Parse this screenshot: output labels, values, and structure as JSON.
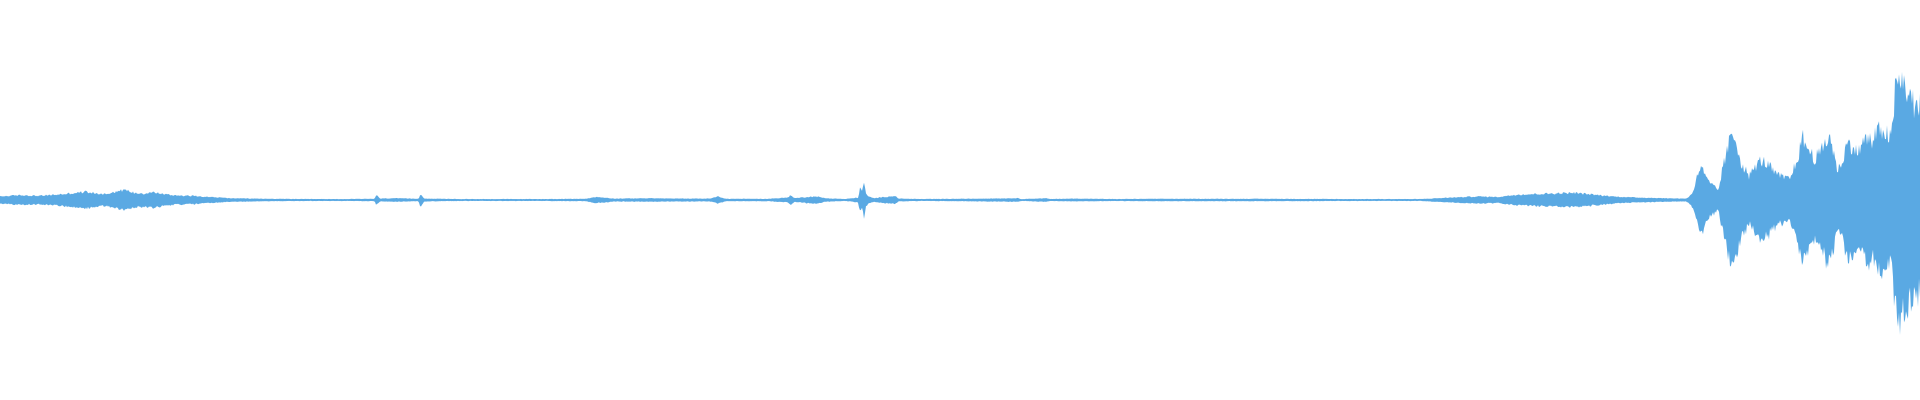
{
  "waveform": {
    "color": "#5aa9e3",
    "background": "#ffffff",
    "amplitude_envelope": [
      [
        0.0,
        0.03
      ],
      [
        0.01,
        0.04
      ],
      [
        0.02,
        0.035
      ],
      [
        0.03,
        0.045
      ],
      [
        0.04,
        0.06
      ],
      [
        0.045,
        0.07
      ],
      [
        0.05,
        0.055
      ],
      [
        0.055,
        0.05
      ],
      [
        0.06,
        0.07
      ],
      [
        0.065,
        0.085
      ],
      [
        0.07,
        0.06
      ],
      [
        0.075,
        0.055
      ],
      [
        0.08,
        0.065
      ],
      [
        0.085,
        0.05
      ],
      [
        0.09,
        0.04
      ],
      [
        0.1,
        0.035
      ],
      [
        0.11,
        0.025
      ],
      [
        0.12,
        0.015
      ],
      [
        0.14,
        0.01
      ],
      [
        0.16,
        0.008
      ],
      [
        0.18,
        0.008
      ],
      [
        0.195,
        0.01
      ],
      [
        0.196,
        0.04
      ],
      [
        0.198,
        0.012
      ],
      [
        0.205,
        0.015
      ],
      [
        0.218,
        0.01
      ],
      [
        0.219,
        0.055
      ],
      [
        0.221,
        0.012
      ],
      [
        0.24,
        0.008
      ],
      [
        0.28,
        0.008
      ],
      [
        0.305,
        0.01
      ],
      [
        0.31,
        0.025
      ],
      [
        0.315,
        0.02
      ],
      [
        0.32,
        0.012
      ],
      [
        0.34,
        0.015
      ],
      [
        0.35,
        0.012
      ],
      [
        0.37,
        0.012
      ],
      [
        0.374,
        0.03
      ],
      [
        0.378,
        0.01
      ],
      [
        0.4,
        0.01
      ],
      [
        0.41,
        0.02
      ],
      [
        0.412,
        0.04
      ],
      [
        0.414,
        0.015
      ],
      [
        0.42,
        0.025
      ],
      [
        0.425,
        0.03
      ],
      [
        0.43,
        0.015
      ],
      [
        0.44,
        0.008
      ],
      [
        0.447,
        0.02
      ],
      [
        0.448,
        0.11
      ],
      [
        0.449,
        0.065
      ],
      [
        0.45,
        0.15
      ],
      [
        0.451,
        0.06
      ],
      [
        0.452,
        0.03
      ],
      [
        0.455,
        0.015
      ],
      [
        0.466,
        0.035
      ],
      [
        0.468,
        0.012
      ],
      [
        0.48,
        0.008
      ],
      [
        0.5,
        0.01
      ],
      [
        0.53,
        0.015
      ],
      [
        0.532,
        0.008
      ],
      [
        0.545,
        0.015
      ],
      [
        0.547,
        0.008
      ],
      [
        0.56,
        0.012
      ],
      [
        0.58,
        0.008
      ],
      [
        0.6,
        0.01
      ],
      [
        0.635,
        0.01
      ],
      [
        0.66,
        0.01
      ],
      [
        0.7,
        0.008
      ],
      [
        0.74,
        0.008
      ],
      [
        0.755,
        0.02
      ],
      [
        0.77,
        0.03
      ],
      [
        0.78,
        0.025
      ],
      [
        0.79,
        0.045
      ],
      [
        0.8,
        0.05
      ],
      [
        0.81,
        0.055
      ],
      [
        0.82,
        0.06
      ],
      [
        0.83,
        0.045
      ],
      [
        0.84,
        0.03
      ],
      [
        0.85,
        0.022
      ],
      [
        0.86,
        0.018
      ],
      [
        0.87,
        0.014
      ],
      [
        0.878,
        0.012
      ],
      [
        0.88,
        0.03
      ],
      [
        0.882,
        0.08
      ],
      [
        0.884,
        0.2
      ],
      [
        0.886,
        0.3
      ],
      [
        0.888,
        0.2
      ],
      [
        0.89,
        0.15
      ],
      [
        0.893,
        0.11
      ],
      [
        0.895,
        0.08
      ],
      [
        0.897,
        0.25
      ],
      [
        0.899,
        0.38
      ],
      [
        0.901,
        0.5
      ],
      [
        0.903,
        0.55
      ],
      [
        0.905,
        0.45
      ],
      [
        0.907,
        0.3
      ],
      [
        0.909,
        0.26
      ],
      [
        0.911,
        0.2
      ],
      [
        0.913,
        0.25
      ],
      [
        0.915,
        0.3
      ],
      [
        0.917,
        0.33
      ],
      [
        0.919,
        0.32
      ],
      [
        0.921,
        0.3
      ],
      [
        0.923,
        0.25
      ],
      [
        0.925,
        0.22
      ],
      [
        0.927,
        0.2
      ],
      [
        0.929,
        0.19
      ],
      [
        0.931,
        0.18
      ],
      [
        0.933,
        0.2
      ],
      [
        0.935,
        0.3
      ],
      [
        0.937,
        0.4
      ],
      [
        0.939,
        0.52
      ],
      [
        0.941,
        0.45
      ],
      [
        0.943,
        0.4
      ],
      [
        0.945,
        0.35
      ],
      [
        0.947,
        0.38
      ],
      [
        0.949,
        0.42
      ],
      [
        0.951,
        0.5
      ],
      [
        0.953,
        0.54
      ],
      [
        0.955,
        0.4
      ],
      [
        0.957,
        0.25
      ],
      [
        0.959,
        0.3
      ],
      [
        0.961,
        0.42
      ],
      [
        0.963,
        0.48
      ],
      [
        0.965,
        0.45
      ],
      [
        0.967,
        0.4
      ],
      [
        0.969,
        0.44
      ],
      [
        0.971,
        0.5
      ],
      [
        0.973,
        0.52
      ],
      [
        0.975,
        0.48
      ],
      [
        0.977,
        0.55
      ],
      [
        0.979,
        0.58
      ],
      [
        0.981,
        0.6
      ],
      [
        0.983,
        0.55
      ],
      [
        0.985,
        0.5
      ],
      [
        0.987,
        0.9
      ],
      [
        0.989,
        1.0
      ],
      [
        0.991,
        0.98
      ],
      [
        0.993,
        0.95
      ],
      [
        0.995,
        0.85
      ],
      [
        0.997,
        0.8
      ],
      [
        1.0,
        0.78
      ]
    ]
  }
}
